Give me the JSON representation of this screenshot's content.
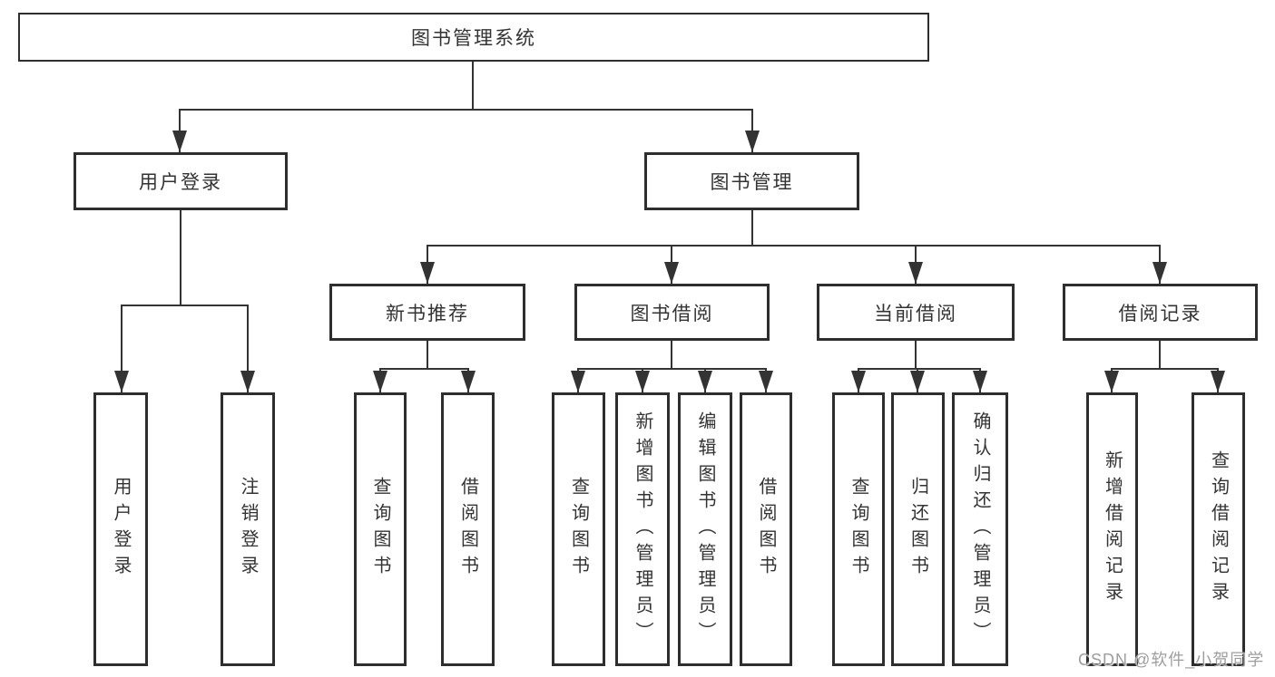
{
  "diagram": {
    "title": "图书管理系统",
    "level2": [
      {
        "label": "用户登录"
      },
      {
        "label": "图书管理"
      }
    ],
    "level3": [
      {
        "label": "新书推荐"
      },
      {
        "label": "图书借阅"
      },
      {
        "label": "当前借阅"
      },
      {
        "label": "借阅记录"
      }
    ],
    "leaves": [
      {
        "label": "用户登录",
        "parent": "用户登录"
      },
      {
        "label": "注销登录",
        "parent": "用户登录"
      },
      {
        "label": "查询图书",
        "parent": "新书推荐"
      },
      {
        "label": "借阅图书",
        "parent": "新书推荐"
      },
      {
        "label": "查询图书",
        "parent": "图书借阅"
      },
      {
        "label": "新增图书（管理员）",
        "parent": "图书借阅"
      },
      {
        "label": "编辑图书（管理员）",
        "parent": "图书借阅"
      },
      {
        "label": "借阅图书",
        "parent": "图书借阅"
      },
      {
        "label": "查询图书",
        "parent": "当前借阅"
      },
      {
        "label": "归还图书",
        "parent": "当前借阅"
      },
      {
        "label": "确认归还（管理员）",
        "parent": "当前借阅"
      },
      {
        "label": "新增借阅记录",
        "parent": "借阅记录"
      },
      {
        "label": "查询借阅记录",
        "parent": "借阅记录"
      }
    ]
  },
  "watermark": {
    "text": "CSDN @软件_小贺同学"
  },
  "colors": {
    "line": "#333333",
    "border": "#2e2e2e",
    "background": "#ffffff",
    "text": "#333333",
    "watermark": "#9e9e9e"
  }
}
